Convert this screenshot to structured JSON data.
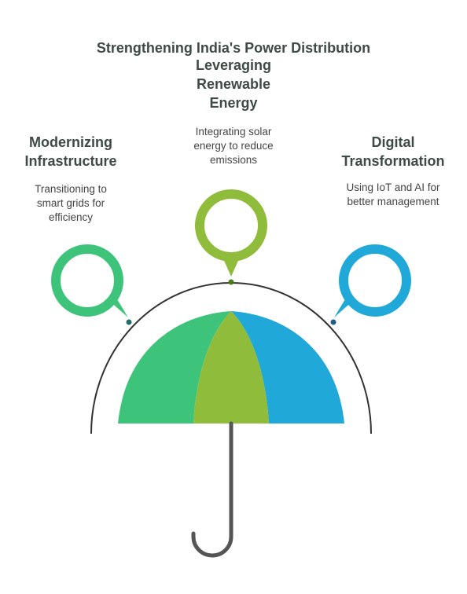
{
  "title": "Strengthening India's Power Distribution",
  "colors": {
    "green": "#3ec47a",
    "olive": "#8fbc3a",
    "blue": "#1fa8d8",
    "handle": "#555555"
  },
  "sections": {
    "left": {
      "heading_1": "Modernizing",
      "heading_2": "Infrastructure",
      "desc_1": "Transitioning to",
      "desc_2": "smart grids for",
      "desc_3": "efficiency"
    },
    "middle": {
      "heading_1": "Leveraging",
      "heading_2": "Renewable",
      "heading_3": "Energy",
      "desc_1": "Integrating solar",
      "desc_2": "energy to reduce",
      "desc_3": "emissions"
    },
    "right": {
      "heading_1": "Digital",
      "heading_2": "Transformation",
      "desc_1": "Using IoT and AI for",
      "desc_2": "better management"
    }
  }
}
